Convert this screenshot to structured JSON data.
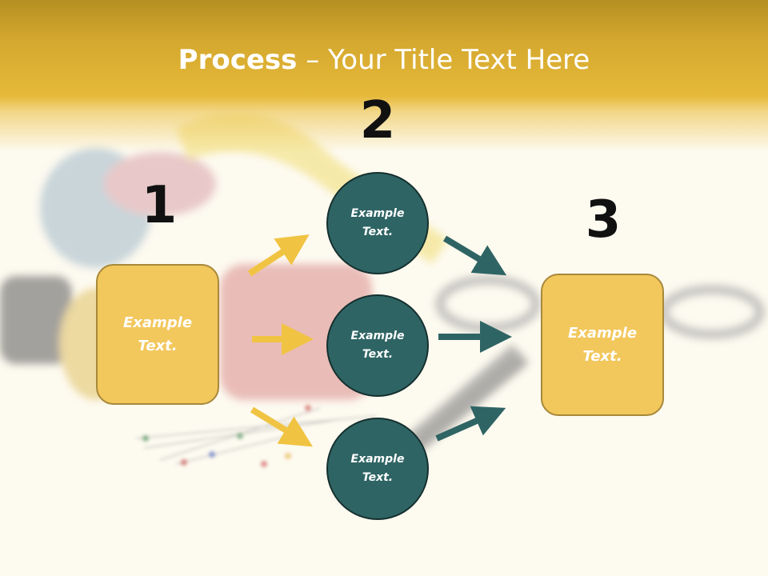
{
  "title": {
    "bold": "Process",
    "separator": " – ",
    "rest": "Your Title Text Here"
  },
  "steps": {
    "num1": "1",
    "num2": "2",
    "num3": "3"
  },
  "boxes": {
    "left": "Example\nText.",
    "right": "Example\nText."
  },
  "circles": {
    "top": "Example\nText.",
    "middle": "Example\nText.",
    "bottom": "Example\nText."
  },
  "colors": {
    "header": "#e6b93a",
    "box_fill": "#f2c75c",
    "circle_fill": "#2f6464",
    "arrow_yellow": "#f0c442",
    "arrow_teal": "#2f6464"
  }
}
